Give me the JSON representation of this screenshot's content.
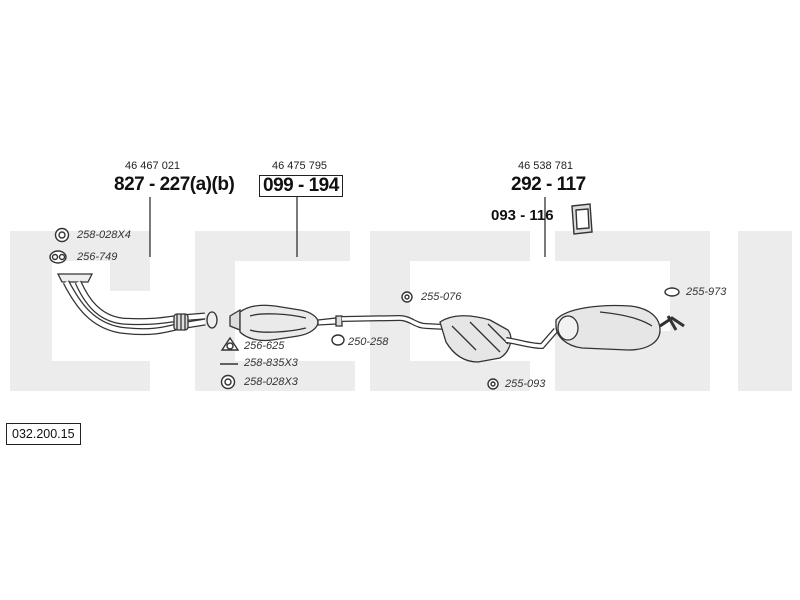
{
  "groups": [
    {
      "oe": "46 467 021",
      "part": "827 - 227(a)(b)"
    },
    {
      "oe": "46 475 795",
      "part": "099 - 194"
    },
    {
      "oe": "46 538 781",
      "part": "292 - 117"
    }
  ],
  "mount_part": "093 - 116",
  "small_parts": {
    "p1": "258-028X4",
    "p2": "256-749",
    "p3": "256-625",
    "p4": "258-835X3",
    "p5": "258-028X3",
    "p6": "250-258",
    "p7": "255-076",
    "p8": "255-093",
    "p9": "255-973"
  },
  "reference_number": "032.200.15",
  "colors": {
    "watermark": "#ececec",
    "line": "#222222"
  }
}
